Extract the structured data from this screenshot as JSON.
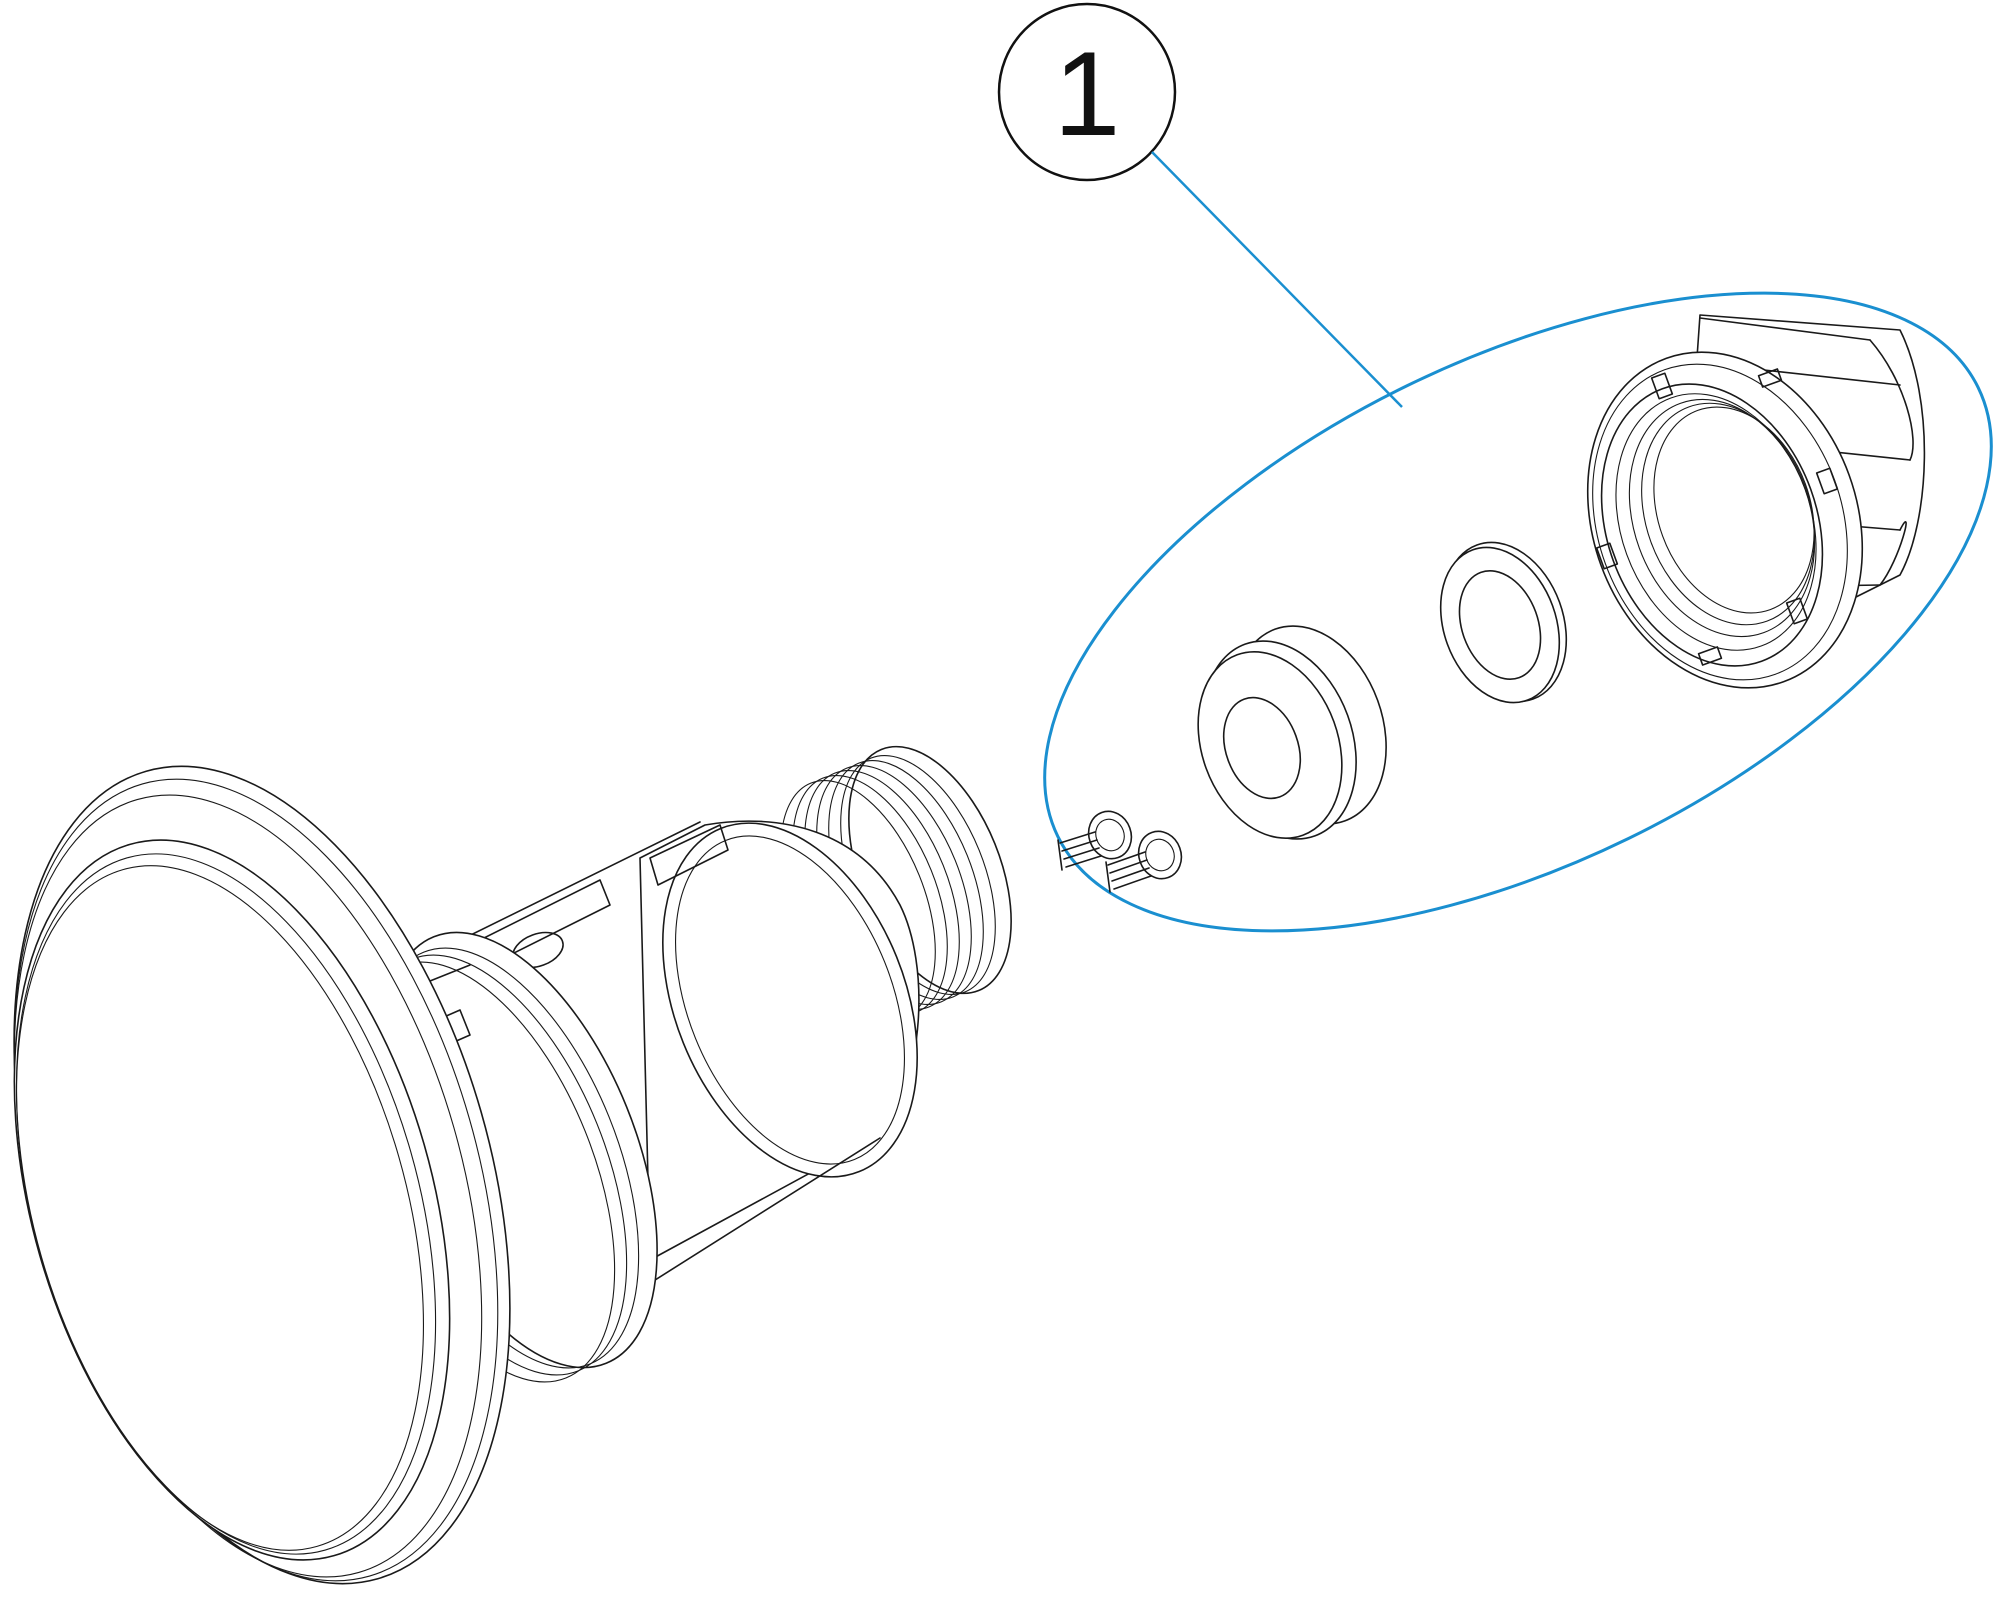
{
  "callout": {
    "label": "1",
    "color": "#1a8fd0"
  },
  "parts": [
    "lamp-body-with-flange",
    "mounting-screws",
    "cable-gland-grommet",
    "flat-washer",
    "threaded-nut"
  ]
}
